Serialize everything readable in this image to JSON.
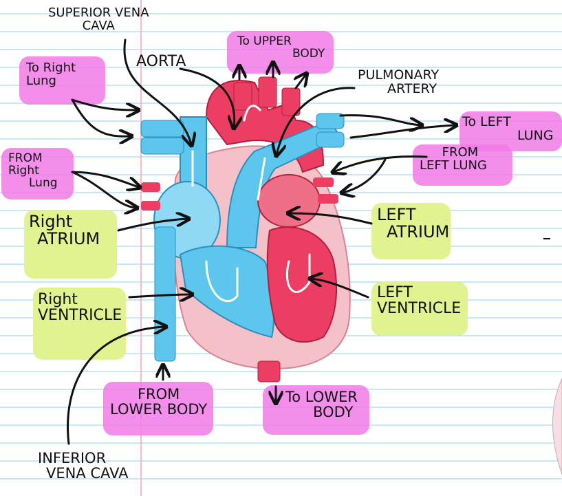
{
  "labels": {
    "superior_vena_cava": [
      "SUPERIOR VENA",
      "CAVA"
    ],
    "aorta": "AORTA",
    "to_upper_body": [
      "To UPPER",
      "BODY"
    ],
    "pulmonary_artery": [
      "PULMONARY",
      "ARTERY"
    ],
    "to_right_lung": [
      "To Right",
      "Lung"
    ],
    "to_left_lung": [
      "To LEFT",
      "LUNG"
    ],
    "from_right_lung": [
      "FROM",
      "Right",
      "Lung"
    ],
    "from_left_lung": [
      "FROM",
      "LEFT LUNG"
    ],
    "right_atrium": [
      "Right",
      "ATRIUM"
    ],
    "left_atrium": [
      "LEFT",
      "ATRIUM"
    ],
    "right_ventricle": [
      "Right",
      "VENTRICLE"
    ],
    "left_ventricle": [
      "LEFT",
      "VENTRICLE"
    ],
    "from_lower_body": [
      "FROM",
      "LOWER BODY"
    ],
    "to_lower_body": [
      "To LOWER",
      "BODY"
    ],
    "inferior_vena_cava": [
      "INFERIOR",
      "VENA CAVA"
    ]
  },
  "colors": {
    "highlight_pink": "#f27ae8",
    "highlight_green": "#dff28a",
    "deoxygenated_blue": "#5cc6ec",
    "oxygenated_red": "#ec3e62",
    "paper_lines": "#8fd0f2",
    "margin_line": "#f2a6b4"
  }
}
